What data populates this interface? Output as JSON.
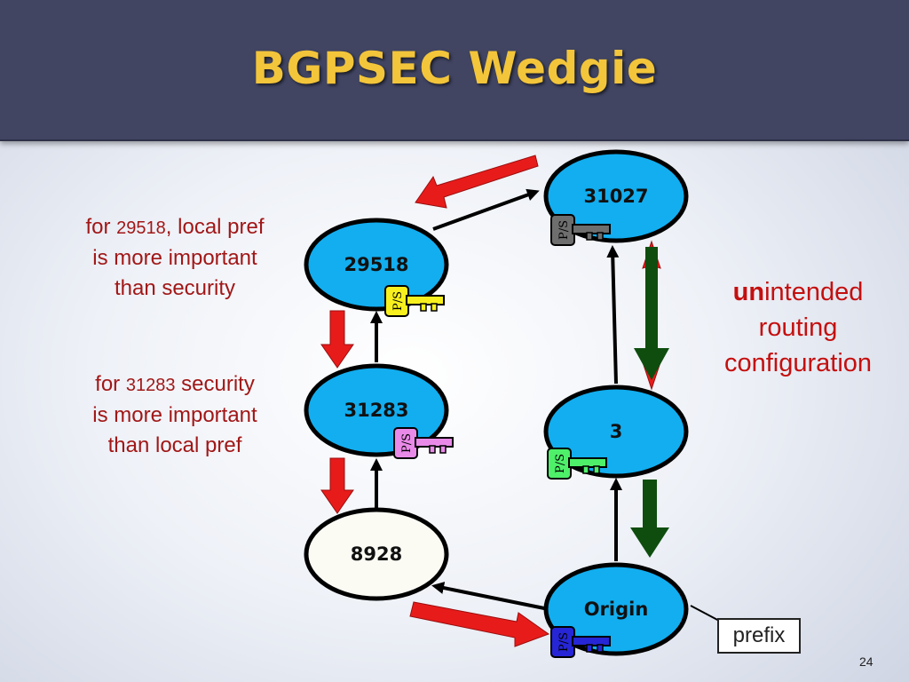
{
  "slide": {
    "title": "BGPSEC Wedgie",
    "slide_number": "24"
  },
  "nodes": {
    "n31027": "31027",
    "n29518": "29518",
    "n31283": "31283",
    "n3": "3",
    "n8928": "8928",
    "origin": "Origin"
  },
  "key_label": "P/S",
  "key_colors": {
    "n31027": "#6e6e6e",
    "n29518": "#f7f01e",
    "n31283": "#e98ae9",
    "n3": "#4ef06a",
    "origin": "#2626d6"
  },
  "notes": {
    "note1_pre": "for ",
    "note1_as": "29518",
    "note1_line1_post": ", local pref",
    "note1_line2": "is more important",
    "note1_line3": "than security",
    "note2_pre": "for ",
    "note2_as": "31283",
    "note2_line1_post": " security",
    "note2_line2": "is more important",
    "note2_line3": "than local pref",
    "note3_bold": "un",
    "note3_rest": "intended",
    "note3_line2": "routing",
    "note3_line3": "configuration"
  },
  "prefix_label": "prefix",
  "colors": {
    "node_fill": "#12aef0",
    "node_white": "#fbfbf4",
    "red_arrow": "#e81b1b",
    "green_arrow": "#0f4d0f",
    "title_color": "#f3c53a"
  }
}
